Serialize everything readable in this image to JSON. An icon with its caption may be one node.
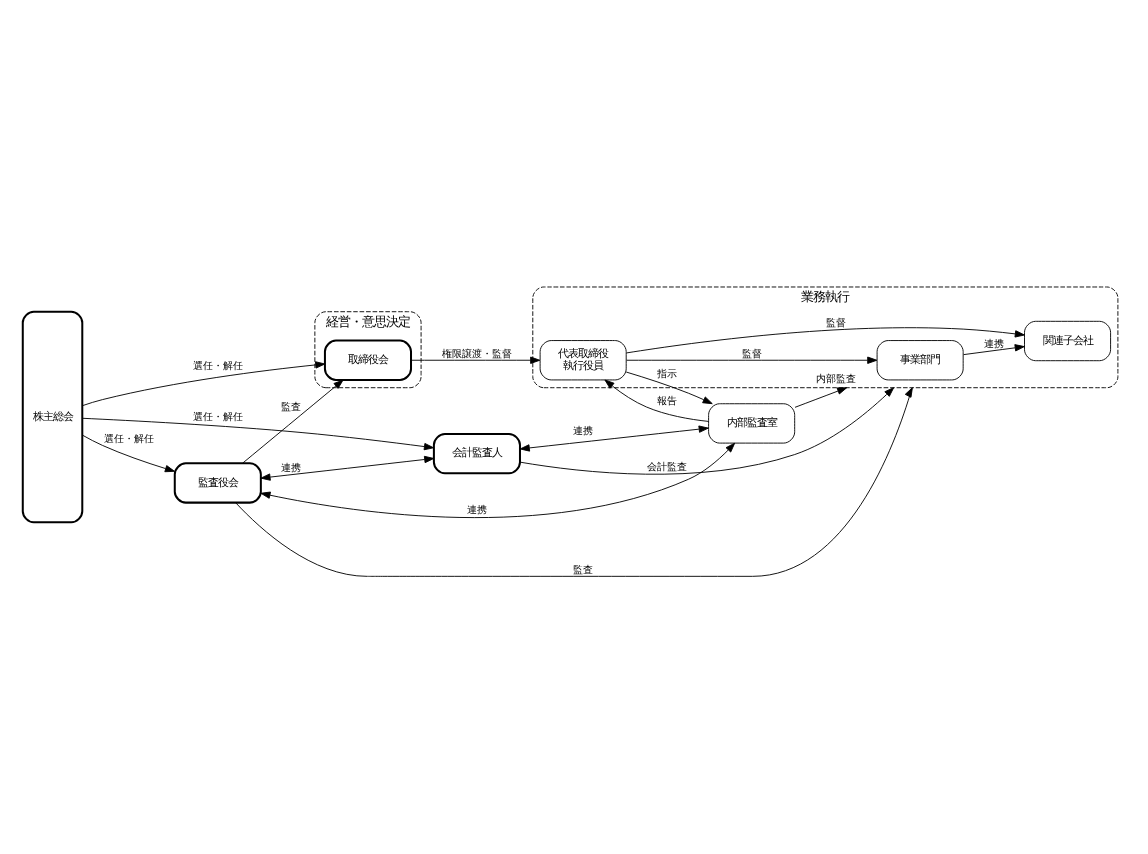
{
  "diagram": {
    "nodes": [
      {
        "text": [
          "株主総会"
        ]
      },
      {
        "text": [
          "経営・意思決定"
        ]
      },
      {
        "text": [
          "取締役会"
        ],
        "in": 1
      },
      {
        "text": [
          "業務執行"
        ]
      },
      {
        "text": [
          "代表取締役",
          "執行役員"
        ],
        "in": 3
      },
      {
        "text": [
          "事業部門"
        ],
        "in": 3
      },
      {
        "text": [
          "関連子会社"
        ],
        "in": 3
      },
      {
        "text": [
          "内部監査室"
        ]
      },
      {
        "text": [
          "監査役会"
        ]
      },
      {
        "text": [
          "会計監査人"
        ]
      }
    ],
    "edges": [
      {
        "from": 0,
        "to": 2,
        "arrow": "to",
        "label": "選任・解任"
      },
      {
        "from": 0,
        "to": 8,
        "arrow": "to",
        "label": "選任・解任"
      },
      {
        "from": 0,
        "to": 9,
        "arrow": "to",
        "label": "選任・解任"
      },
      {
        "from": 2,
        "to": 4,
        "arrow": "to",
        "label": "権限譲渡・監督"
      },
      {
        "from": 8,
        "to": 2,
        "arrow": "to",
        "label": "監査"
      },
      {
        "from": 4,
        "to": 7,
        "arrow": "to",
        "label": "指示"
      },
      {
        "from": 7,
        "to": 4,
        "arrow": "to",
        "label": "報告"
      },
      {
        "from": 7,
        "to": 3,
        "arrow": "to",
        "label": "内部監査"
      },
      {
        "from": 4,
        "to": 5,
        "arrow": "to",
        "label": "監督"
      },
      {
        "from": 4,
        "to": 6,
        "arrow": "to",
        "label": "監督"
      },
      {
        "from": 5,
        "to": 6,
        "arrow": "to",
        "label": "連携"
      },
      {
        "from": 8,
        "to": 7,
        "arrow": "both",
        "label": "連携"
      },
      {
        "from": 8,
        "to": 3,
        "arrow": "to",
        "label": "監査"
      },
      {
        "from": 8,
        "to": 9,
        "arrow": "both",
        "label": "連携"
      },
      {
        "from": 9,
        "to": 7,
        "arrow": "both",
        "label": "連携"
      },
      {
        "from": 9,
        "to": 3,
        "arrow": "to",
        "label": "会計監査"
      }
    ]
  }
}
